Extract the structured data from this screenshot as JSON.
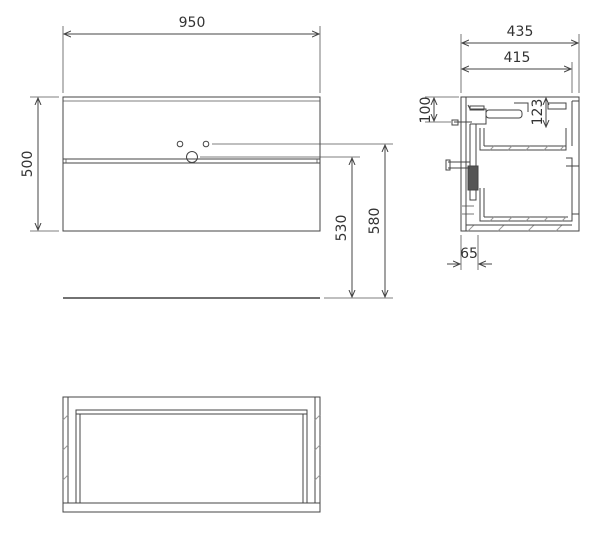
{
  "dimensions": {
    "front_width": "950",
    "front_height": "500",
    "height_530": "530",
    "height_580": "580",
    "side_depth_outer": "435",
    "side_depth_inner": "415",
    "side_drain_100": "100",
    "side_drain_123": "123",
    "side_offset_65": "65"
  }
}
